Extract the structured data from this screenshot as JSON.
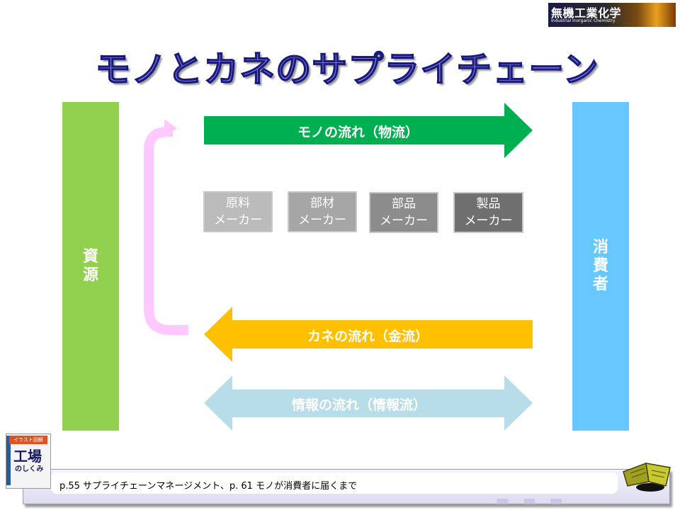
{
  "logo": {
    "title": "無機工業化学",
    "subtitle": "Industrial Inorganic Chemistry"
  },
  "title": "モノとカネのサプライチェーン",
  "left_bar": {
    "label": "資源"
  },
  "right_bar": {
    "label": "消費者"
  },
  "flows": {
    "goods": {
      "label": "モノの流れ（物流）",
      "color": "#00b050"
    },
    "money": {
      "label": "カネの流れ（金流）",
      "color": "#ffc000"
    },
    "info": {
      "label": "情報の流れ（情報流）",
      "color": "#b7dee8"
    }
  },
  "manufacturers": [
    {
      "label": "原料\nメーカー"
    },
    {
      "label": "部材\nメーカー"
    },
    {
      "label": "部品\nメーカー"
    },
    {
      "label": "製品\nメーカー"
    }
  ],
  "return_arrow_color": "#ffc8ff",
  "book": {
    "band": "イラスト図解",
    "title": "工場",
    "subtitle": "のしくみ"
  },
  "reference": "p.55 サプライチェーンマネージメント、p. 61 モノが消費者に届くまで"
}
